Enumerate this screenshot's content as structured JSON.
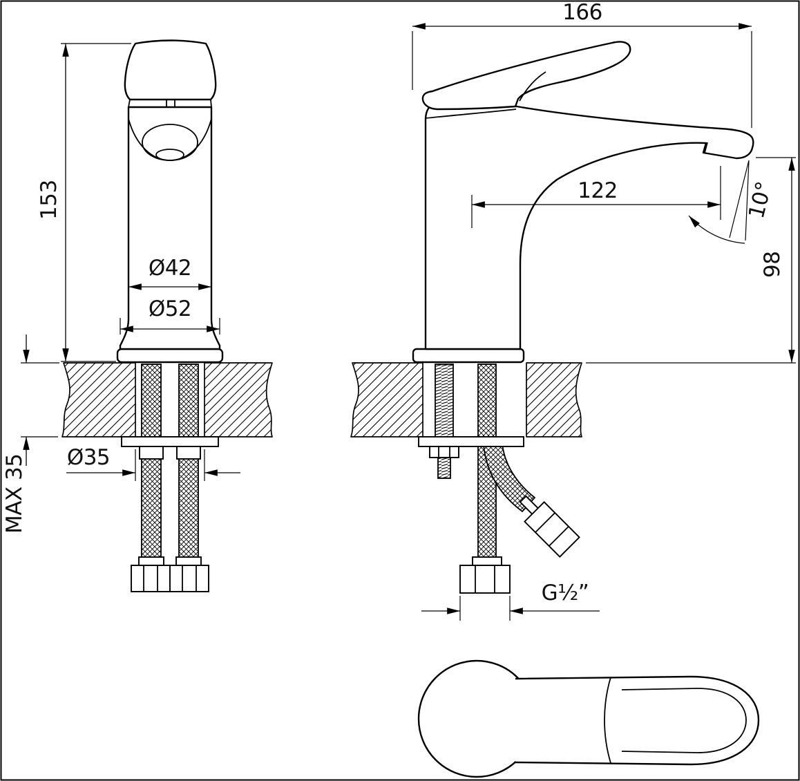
{
  "labels": {
    "l166": "166",
    "l153": "153",
    "l122": "122",
    "angle": "10°",
    "l98": "98",
    "d42": "Ø42",
    "d52": "Ø52",
    "d35": "Ø35",
    "max35": "MAX 35",
    "thread": "G½”"
  }
}
